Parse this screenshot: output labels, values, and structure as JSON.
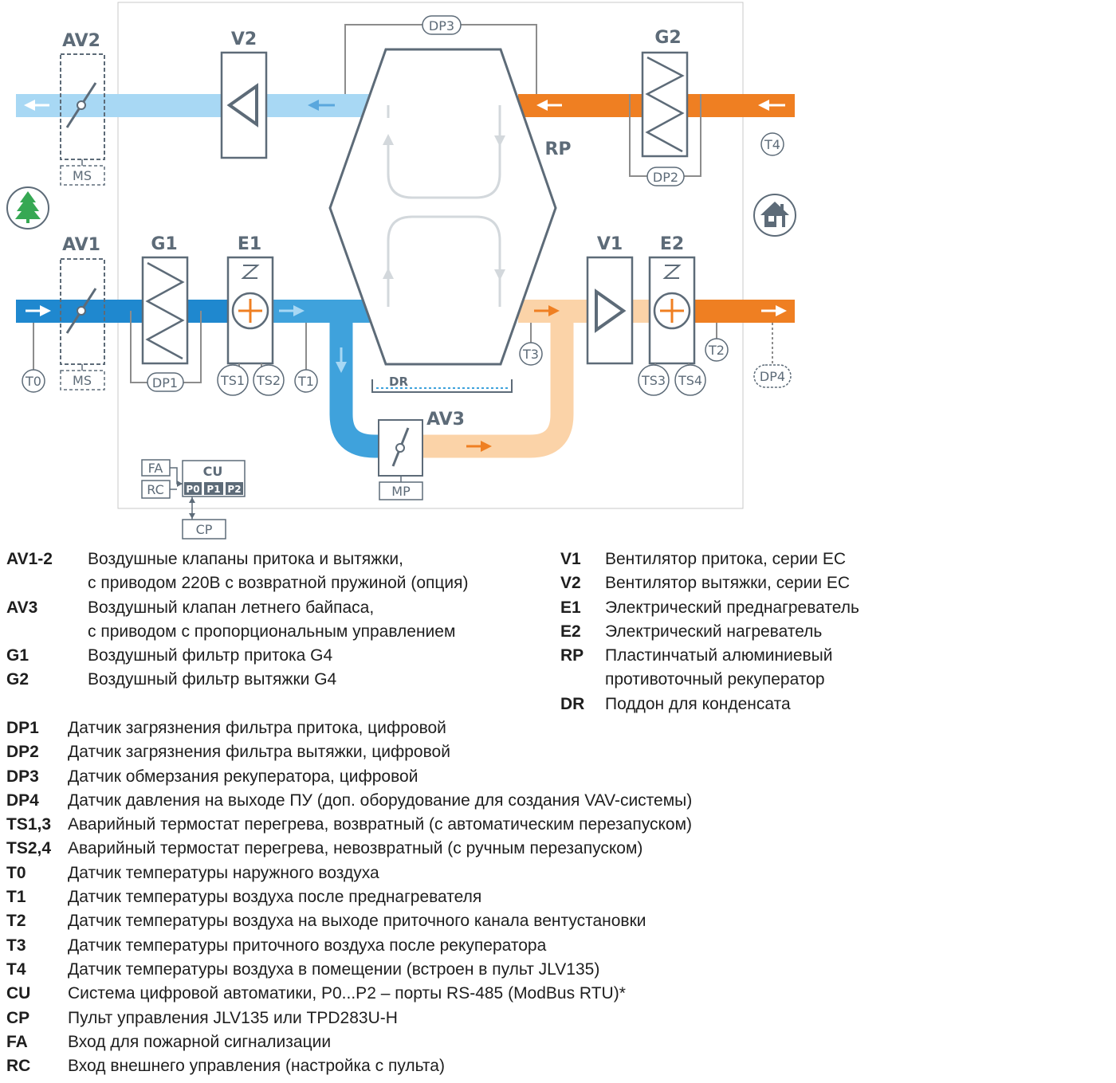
{
  "diagram": {
    "components": {
      "av1": "AV1",
      "av2": "AV2",
      "av3": "AV3",
      "v1": "V1",
      "v2": "V2",
      "g1": "G1",
      "g2": "G2",
      "e1": "E1",
      "e2": "E2",
      "rp": "RP",
      "dr": "DR",
      "cu": "CU"
    },
    "sensors": {
      "dp1": "DP1",
      "dp2": "DP2",
      "dp3": "DP3",
      "dp4": "DP4",
      "ts1": "TS1",
      "ts2": "TS2",
      "ts3": "TS3",
      "ts4": "TS4",
      "t0": "T0",
      "t1": "T1",
      "t2": "T2",
      "t3": "T3",
      "t4": "T4"
    },
    "boxes": {
      "ms_top": "MS",
      "ms_bottom": "MS",
      "mp": "MP",
      "fa": "FA",
      "rc": "RC",
      "cp": "CP",
      "p0": "P0",
      "p1": "P1",
      "p2": "P2"
    },
    "colors": {
      "exhaust_out": "#a8d8f4",
      "supply_in": "#1f88cf",
      "supply_mid": "#3fa2dc",
      "exhaust_in": "#ef7f22",
      "supply_warm": "#fbd3a8",
      "outline": "#5d6b78",
      "sensor_line": "#8c8c8c"
    },
    "icons": {
      "outside": "tree-icon",
      "room": "house-icon"
    }
  },
  "legend_main": [
    {
      "key": "AV1-2",
      "desc": "Воздушные клапаны притока и вытяжки,"
    },
    {
      "key": "",
      "desc": "с приводом 220В с возвратной пружиной (опция)"
    },
    {
      "key": "AV3",
      "desc": "Воздушный клапан летнего байпаса,"
    },
    {
      "key": "",
      "desc": "с приводом с пропорциональным управлением"
    },
    {
      "key": "G1",
      "desc": "Воздушный фильтр притока G4"
    },
    {
      "key": "G2",
      "desc": "Воздушный фильтр вытяжки G4"
    }
  ],
  "legend_right": [
    {
      "key": "V1",
      "desc": "Вентилятор притока, серии ЕС"
    },
    {
      "key": "V2",
      "desc": "Вентилятор вытяжки, серии ЕС"
    },
    {
      "key": "E1",
      "desc": "Электрический преднагреватель"
    },
    {
      "key": "E2",
      "desc": "Электрический нагреватель"
    },
    {
      "key": "RP",
      "desc": "Пластинчатый алюминиевый"
    },
    {
      "key": "",
      "desc": "противоточный рекуператор"
    },
    {
      "key": "DR",
      "desc": "Поддон для конденсата"
    }
  ],
  "legend_sensors": [
    {
      "key": "DP1",
      "desc": "Датчик загрязнения фильтра притока, цифровой"
    },
    {
      "key": "DP2",
      "desc": "Датчик загрязнения фильтра вытяжки, цифровой"
    },
    {
      "key": "DP3",
      "desc": "Датчик обмерзания рекуператора, цифровой"
    },
    {
      "key": "DP4",
      "desc": "Датчик давления на выходе ПУ (доп. оборудование для создания VAV-системы)"
    },
    {
      "key": "TS1,3",
      "desc": "Аварийный термостат перегрева, возвратный (с автоматическим перезапуском)"
    },
    {
      "key": "TS2,4",
      "desc": "Аварийный термостат перегрева, невозвратный (с ручным перезапуском)"
    },
    {
      "key": "T0",
      "desc": "Датчик температуры наружного воздуха"
    },
    {
      "key": "T1",
      "desc": "Датчик температуры воздуха после преднагревателя"
    },
    {
      "key": "T2",
      "desc": "Датчик температуры воздуха на выходе приточного канала вентустановки"
    },
    {
      "key": "T3",
      "desc": "Датчик температуры приточного воздуха после рекуператора"
    },
    {
      "key": "T4",
      "desc": "Датчик температуры воздуха в помещении (встроен в пульт JLV135)"
    },
    {
      "key": "CU",
      "desc": "Система цифровой автоматики, P0...P2 – порты RS-485 (ModBus RTU)*"
    },
    {
      "key": "CP",
      "desc": "Пульт управления JLV135 или TPD283U-H"
    },
    {
      "key": "FA",
      "desc": "Вход для пожарной сигнализации"
    },
    {
      "key": "RC",
      "desc": "Вход внешнего управления (настройка с пульта)"
    }
  ]
}
